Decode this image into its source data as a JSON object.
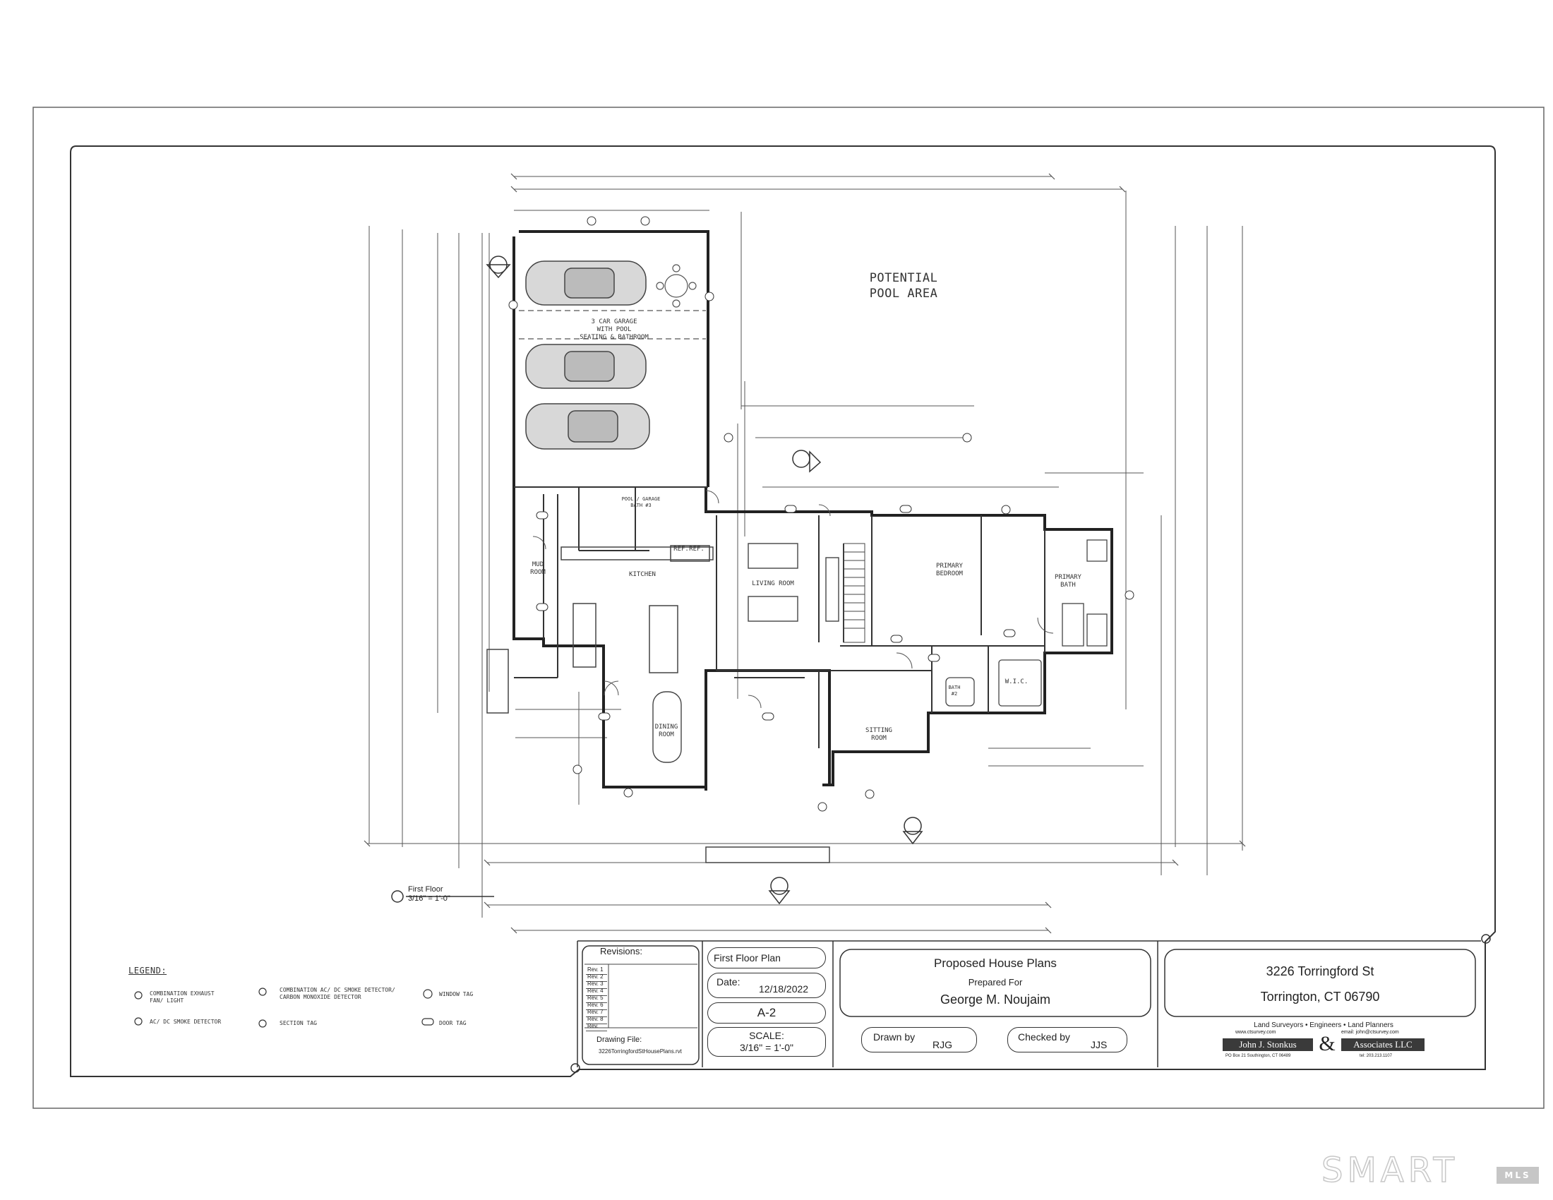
{
  "plan": {
    "title": "First Floor",
    "scale": "3/16\" = 1'-0\"",
    "pool_area": [
      "POTENTIAL",
      "POOL AREA"
    ],
    "rooms": {
      "garage": [
        "3 CAR GARAGE",
        "WITH POOL",
        "SEATING & BATHROOM"
      ],
      "pool_bath": [
        "POOL / GARAGE",
        "BATH #3"
      ],
      "mud_room": [
        "MUD",
        "ROOM"
      ],
      "kitchen": "KITCHEN",
      "dining": [
        "DINING",
        "ROOM"
      ],
      "living": "LIVING ROOM",
      "sitting": [
        "SITTING",
        "ROOM"
      ],
      "primary_bedroom": [
        "PRIMARY",
        "BEDROOM"
      ],
      "primary_bath": [
        "PRIMARY",
        "BATH"
      ],
      "wic": "W.I.C.",
      "bath2": [
        "BATH",
        "#2"
      ],
      "ref1": "REF.",
      "ref2": "REF."
    }
  },
  "legend": {
    "title": "LEGEND:",
    "items": [
      "COMBINATION EXHAUST FAN/ LIGHT",
      "COMBINATION AC/ DC SMOKE DETECTOR/ CARBON MONOXIDE DETECTOR",
      "WINDOW TAG",
      "AC/ DC SMOKE DETECTOR",
      "SECTION TAG",
      "DOOR TAG"
    ]
  },
  "titleblock": {
    "revisions_label": "Revisions:",
    "revisions": [
      "Rev. 1",
      "Rev. 2",
      "Rev. 3",
      "Rev. 4",
      "Rev. 5",
      "Rev. 6",
      "Rev. 7",
      "Rev. 8",
      "Rev."
    ],
    "drawing_file_label": "Drawing File:",
    "drawing_file": "3226TorringfordStHousePlans.rvt",
    "sheet_name": "First Floor Plan",
    "date_label": "Date:",
    "date": "12/18/2022",
    "sheet_number": "A-2",
    "scale_label": "SCALE:",
    "scale": "3/16\" = 1'-0\"",
    "project_title": "Proposed House Plans",
    "prepared_for_label": "Prepared For",
    "client": "George M. Noujaim",
    "drawn_by_label": "Drawn by",
    "drawn_by": "RJG",
    "checked_by_label": "Checked by",
    "checked_by": "JJS",
    "address_line1": "3226 Torringford St",
    "address_line2": "Torrington, CT 06790",
    "firm_services": "Land Surveyors • Engineers • Land Planners",
    "firm_web": "www.ctsurvey.com",
    "firm_email": "email: john@ctsurvey.com",
    "firm_name_left": "John J. Stonkus",
    "firm_ampersand": "&",
    "firm_name_right": "Associates LLC",
    "firm_address": "PO Box 21 Southington, CT 06489",
    "firm_tel": "tel: 203.213.1107"
  },
  "watermark": {
    "text": "SMART",
    "sub": "MLS"
  }
}
